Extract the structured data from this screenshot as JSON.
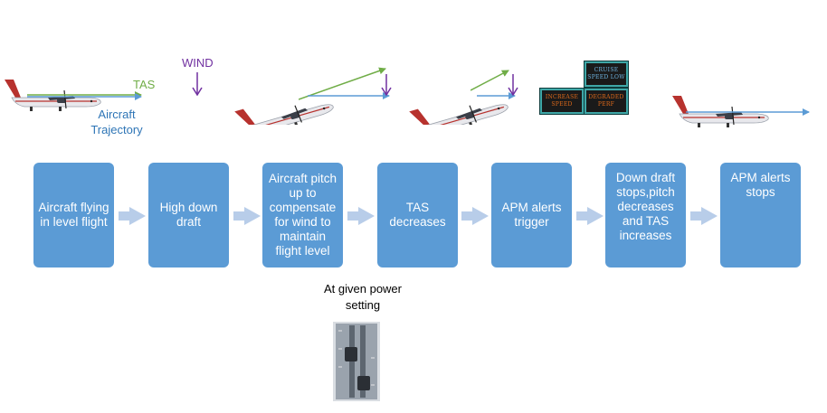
{
  "labels": {
    "tas": "TAS",
    "wind": "WIND",
    "trajectory": "Aircraft\nTrajectory"
  },
  "alerts": {
    "cruise_speed_low": "CRUISE\nSPEED LOW",
    "increase_speed": "INCREASE\nSPEED",
    "degraded_perf": "DEGRADED\nPERF"
  },
  "steps": [
    "Aircraft flying in level flight",
    "High down draft",
    "Aircraft pitch up to compensate for wind to maintain flight level",
    "TAS decreases",
    "APM alerts trigger",
    "Down draft stops,pitch decreases and TAS increases",
    "APM alerts stops"
  ],
  "caption": "At given power setting",
  "colors": {
    "box": "#5b9bd5",
    "tas_arrow": "#70ad47",
    "trajectory_arrow": "#5b9bd5",
    "wind_arrow": "#7030a0",
    "alert_text_orange": "#e06a1a",
    "alert_text_blue": "#6fb4e0",
    "alert_border": "#3fa7a7"
  },
  "icons": [
    "aircraft-icon",
    "power-lever-icon",
    "chevron-right-icon"
  ]
}
